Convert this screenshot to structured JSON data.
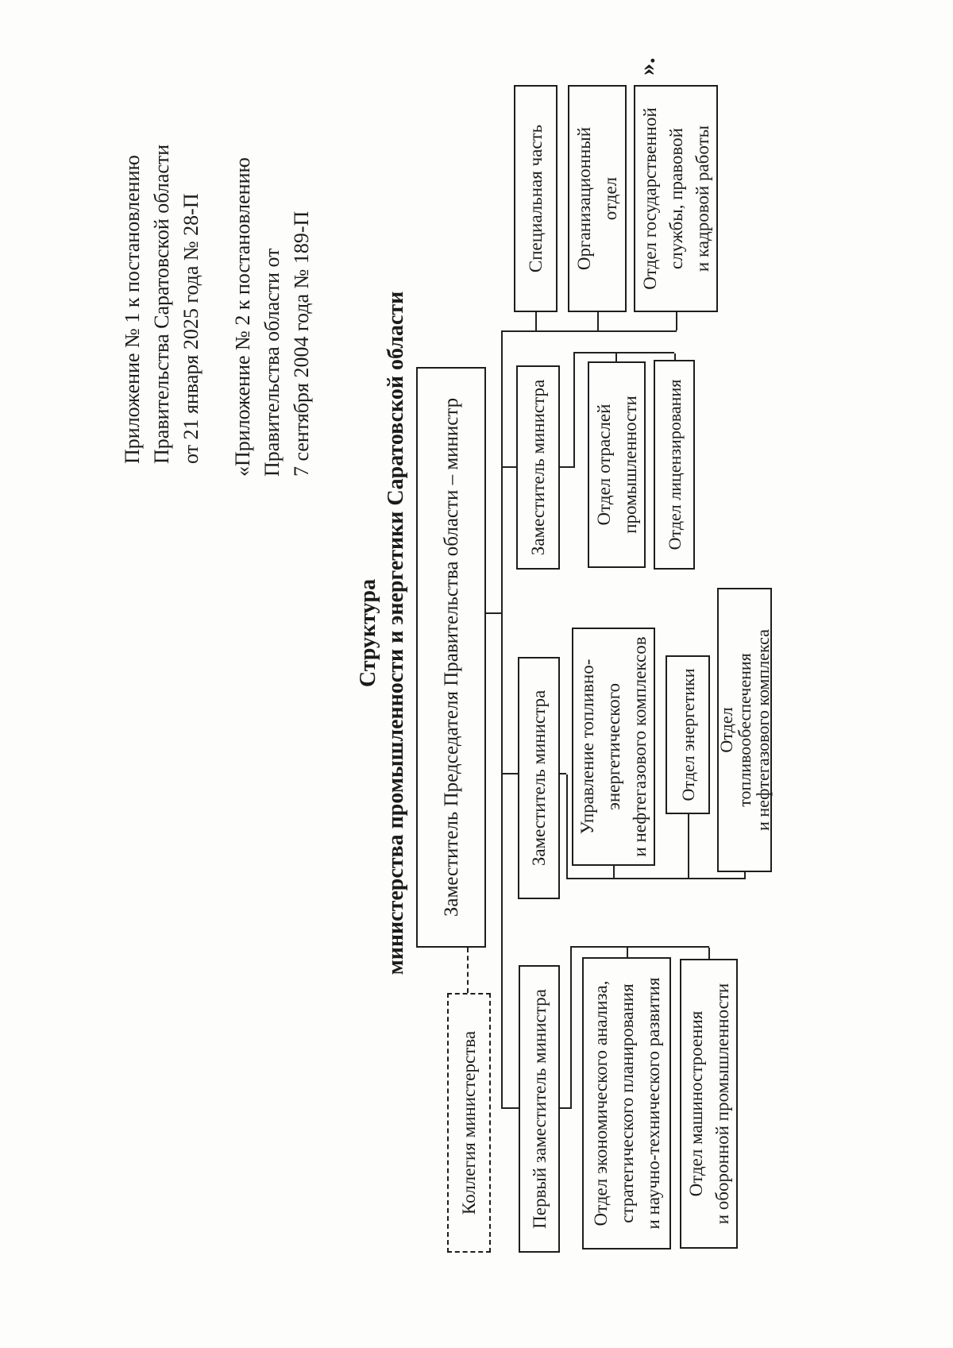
{
  "document": {
    "appendix_note_1": {
      "lines": [
        "Приложение № 1 к постановлению",
        "Правительства Саратовской области",
        "от 21 января 2025 года № 28-П"
      ]
    },
    "appendix_note_2": {
      "lines": [
        "«Приложение № 2 к постановлению",
        "Правительства области от",
        "7 сентября 2004 года № 189-П"
      ]
    },
    "title_line_1": "Структура",
    "title_line_2": "министерства промышленности и энергетики Саратовской области",
    "closing_quote": "»."
  },
  "org_chart": {
    "minister": {
      "label": "Заместитель Председателя Правительства области – министр"
    },
    "collegium": {
      "label": "Коллегия министерства"
    },
    "first_deputy": {
      "label": "Первый заместитель министра"
    },
    "deputy_fuel_energy": {
      "label": "Заместитель министра"
    },
    "deputy_industry": {
      "label": "Заместитель министра"
    },
    "special_unit": {
      "label": "Специальная часть"
    },
    "org_dept": {
      "label": "Организационный\nотдел"
    },
    "civil_service_dept": {
      "label": "Отдел государственной\nслужбы, правовой\nи кадровой работы"
    },
    "econ_dept": {
      "label": "Отдел экономического анализа,\nстратегического планирования\nи научно-технического развития"
    },
    "machinery_dept": {
      "label": "Отдел машиностроения\nи оборонной промышленности"
    },
    "fuel_energy_mgmt": {
      "label": "Управление топливно-\nэнергетического\nи нефтегазового комплексов"
    },
    "energy_dept": {
      "label": "Отдел энергетики"
    },
    "fuel_supply_dept": {
      "label": "Отдел\nтопливообеспечения\nи нефтегазового комплекса"
    },
    "industry_branches_dept": {
      "label": "Отдел отраслей\nпромышленности"
    },
    "licensing_dept": {
      "label": "Отдел лицензирования"
    }
  }
}
